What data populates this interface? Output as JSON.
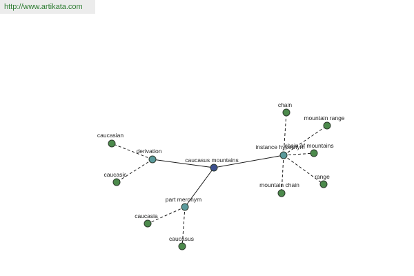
{
  "banner": {
    "url_text": "http://www.artikata.com"
  },
  "graph": {
    "colors": {
      "center": "#3c4f8e",
      "relation": "#5a9a9c",
      "leaf": "#4c8a4c",
      "edge": "#1a1a1a",
      "banner_text": "#2e7d32",
      "banner_bg": "#ececec"
    },
    "nodes": [
      {
        "id": "caucasus-mountains",
        "label": "caucasus mountains",
        "kind": "center"
      },
      {
        "id": "derivation",
        "label": "derivation",
        "kind": "relation"
      },
      {
        "id": "instance-hypernym",
        "label": "instance hypernym",
        "kind": "relation"
      },
      {
        "id": "part-meronym",
        "label": "part meronym",
        "kind": "relation"
      },
      {
        "id": "caucasian",
        "label": "caucasian",
        "kind": "leaf"
      },
      {
        "id": "caucasic",
        "label": "caucasic",
        "kind": "leaf"
      },
      {
        "id": "chain",
        "label": "chain",
        "kind": "leaf"
      },
      {
        "id": "mountain-range",
        "label": "mountain range",
        "kind": "leaf"
      },
      {
        "id": "chain-of-mountains",
        "label": "chain of mountains",
        "kind": "leaf"
      },
      {
        "id": "range",
        "label": "range",
        "kind": "leaf"
      },
      {
        "id": "mountain-chain",
        "label": "mountain chain",
        "kind": "leaf"
      },
      {
        "id": "caucasia",
        "label": "caucasia",
        "kind": "leaf"
      },
      {
        "id": "caucasus",
        "label": "caucasus",
        "kind": "leaf"
      }
    ],
    "edges": [
      {
        "from": "caucasus-mountains",
        "to": "derivation",
        "style": "solid"
      },
      {
        "from": "caucasus-mountains",
        "to": "instance-hypernym",
        "style": "solid"
      },
      {
        "from": "caucasus-mountains",
        "to": "part-meronym",
        "style": "solid"
      },
      {
        "from": "derivation",
        "to": "caucasian",
        "style": "dashed"
      },
      {
        "from": "derivation",
        "to": "caucasic",
        "style": "dashed"
      },
      {
        "from": "instance-hypernym",
        "to": "chain",
        "style": "dashed"
      },
      {
        "from": "instance-hypernym",
        "to": "mountain-range",
        "style": "dashed"
      },
      {
        "from": "instance-hypernym",
        "to": "chain-of-mountains",
        "style": "dashed"
      },
      {
        "from": "instance-hypernym",
        "to": "range",
        "style": "dashed"
      },
      {
        "from": "instance-hypernym",
        "to": "mountain-chain",
        "style": "dashed"
      },
      {
        "from": "part-meronym",
        "to": "caucasia",
        "style": "dashed"
      },
      {
        "from": "part-meronym",
        "to": "caucasus",
        "style": "dashed"
      }
    ]
  }
}
